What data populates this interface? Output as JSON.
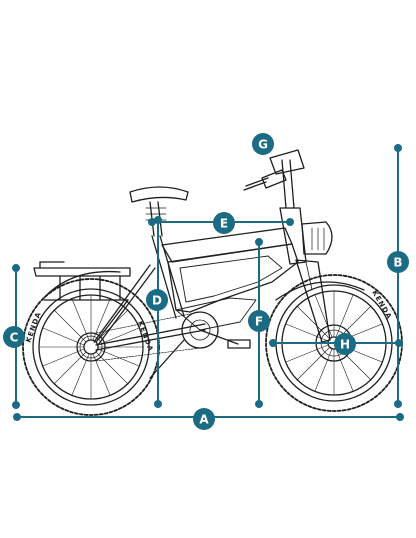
{
  "colors": {
    "accent": "#1a6b83",
    "line": "#1f1f1f",
    "background": "#ffffff"
  },
  "tire_brand": "KENDA",
  "dimensions": [
    {
      "id": "A",
      "label": "A",
      "orientation": "horizontal"
    },
    {
      "id": "B",
      "label": "B",
      "orientation": "vertical"
    },
    {
      "id": "C",
      "label": "C",
      "orientation": "vertical"
    },
    {
      "id": "D",
      "label": "D",
      "orientation": "vertical"
    },
    {
      "id": "E",
      "label": "E",
      "orientation": "horizontal"
    },
    {
      "id": "F",
      "label": "F",
      "orientation": "vertical"
    },
    {
      "id": "G",
      "label": "G",
      "orientation": "point"
    },
    {
      "id": "H",
      "label": "H",
      "orientation": "horizontal"
    }
  ]
}
